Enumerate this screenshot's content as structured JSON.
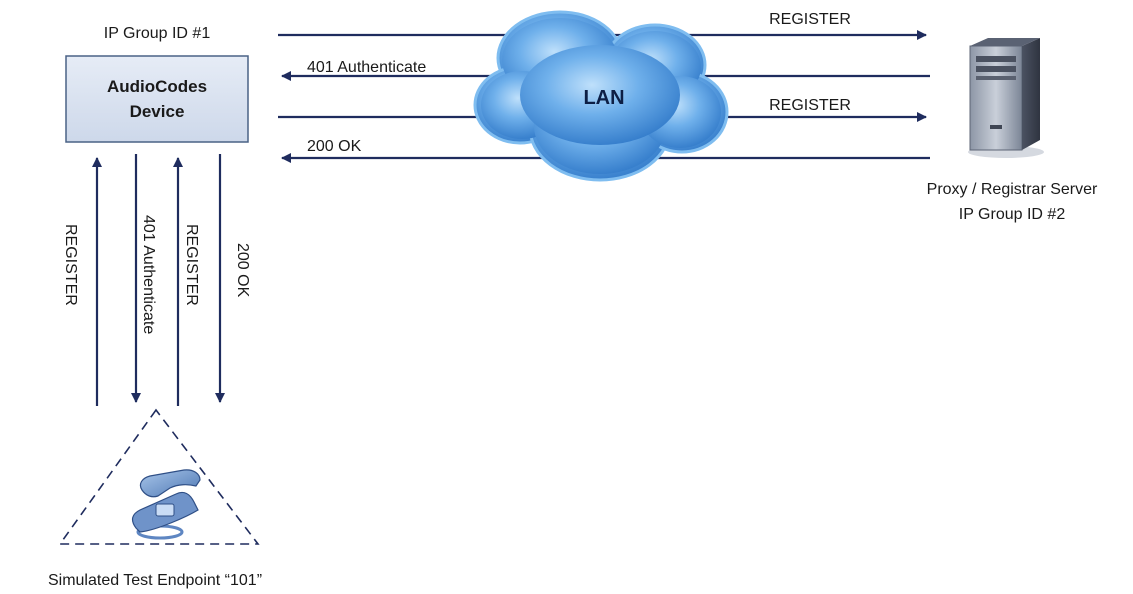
{
  "device": {
    "group_label": "IP Group ID #1",
    "name_line1": "AudioCodes",
    "name_line2": "Device"
  },
  "lan": {
    "label": "LAN"
  },
  "server": {
    "icon": "server-tower-icon",
    "label_line1": "Proxy / Registrar Server",
    "label_line2": "IP Group ID #2"
  },
  "endpoint": {
    "icon": "telephone-icon",
    "label": "Simulated Test Endpoint “101”"
  },
  "lan_messages": [
    {
      "label": "REGISTER",
      "direction": "to-server"
    },
    {
      "label": "401 Authenticate",
      "direction": "to-device"
    },
    {
      "label": "REGISTER",
      "direction": "to-server"
    },
    {
      "label": "200 OK",
      "direction": "to-device"
    }
  ],
  "endpoint_messages": [
    {
      "label": "REGISTER",
      "direction": "up"
    },
    {
      "label": "401 Authenticate",
      "direction": "down"
    },
    {
      "label": "REGISTER",
      "direction": "up"
    },
    {
      "label": "200 OK",
      "direction": "down"
    }
  ],
  "colors": {
    "arrow": "#1f2c5e",
    "device_box_fill": "#d9e2f0",
    "device_box_border": "#4a6285",
    "cloud": "#4a93d8"
  }
}
